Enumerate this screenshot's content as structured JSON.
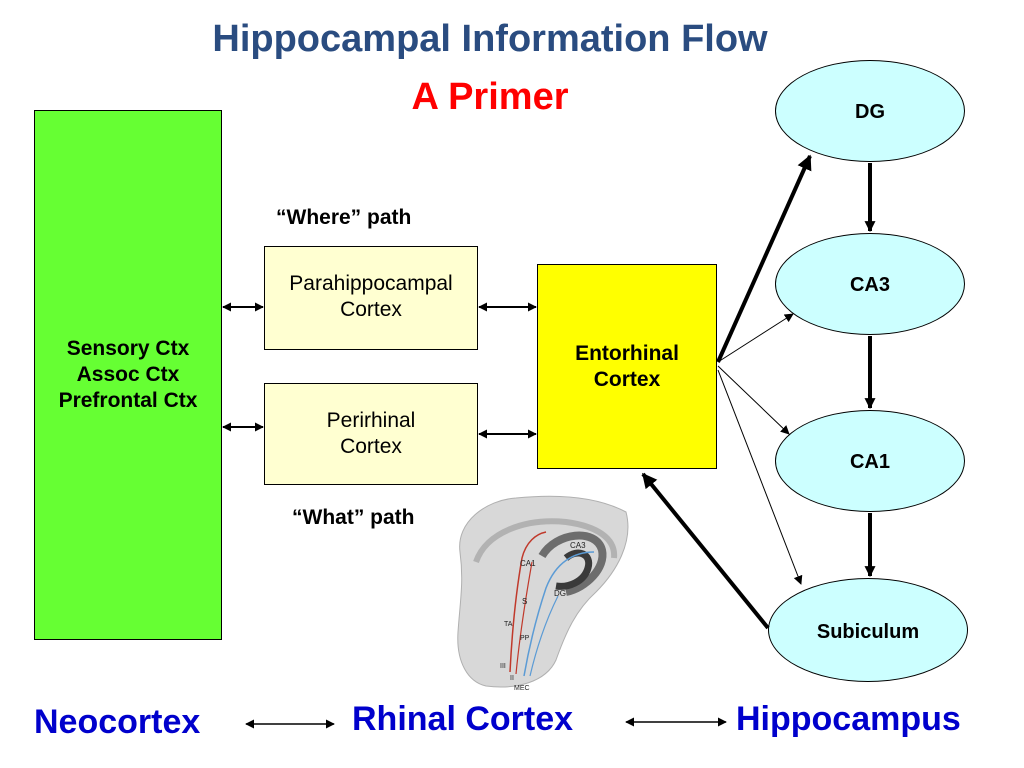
{
  "title": "Hippocampal Information Flow",
  "subtitle": "A Primer",
  "colors": {
    "title": "#2a4c80",
    "subtitle": "#ff0000",
    "neocortex_box": "#66ff33",
    "rhinal_box": "#ffffd1",
    "entorhinal_box": "#ffff00",
    "hippocampus_node": "#ccffff",
    "region_label": "#0000cc"
  },
  "neocortex_box": {
    "label": "Sensory Ctx\nAssoc Ctx\nPrefrontal Ctx"
  },
  "parahippocampal_box": {
    "label": "Parahippocampal\nCortex"
  },
  "perirhinal_box": {
    "label": "Perirhinal\nCortex"
  },
  "entorhinal_box": {
    "label": "Entorhinal\nCortex"
  },
  "where_path_label": "“Where” path",
  "what_path_label": "“What” path",
  "nodes": {
    "dg": "DG",
    "ca3": "CA3",
    "ca1": "CA1",
    "subiculum": "Subiculum"
  },
  "inset_labels": {
    "ca1": "CA1",
    "ca3": "CA3",
    "dg": "DG",
    "s": "S",
    "ta": "TA",
    "pp": "PP",
    "iii": "III",
    "ii": "II",
    "mec": "MEC"
  },
  "bottom_labels": {
    "neocortex": "Neocortex",
    "rhinal_cortex": "Rhinal Cortex",
    "hippocampus": "Hippocampus"
  }
}
